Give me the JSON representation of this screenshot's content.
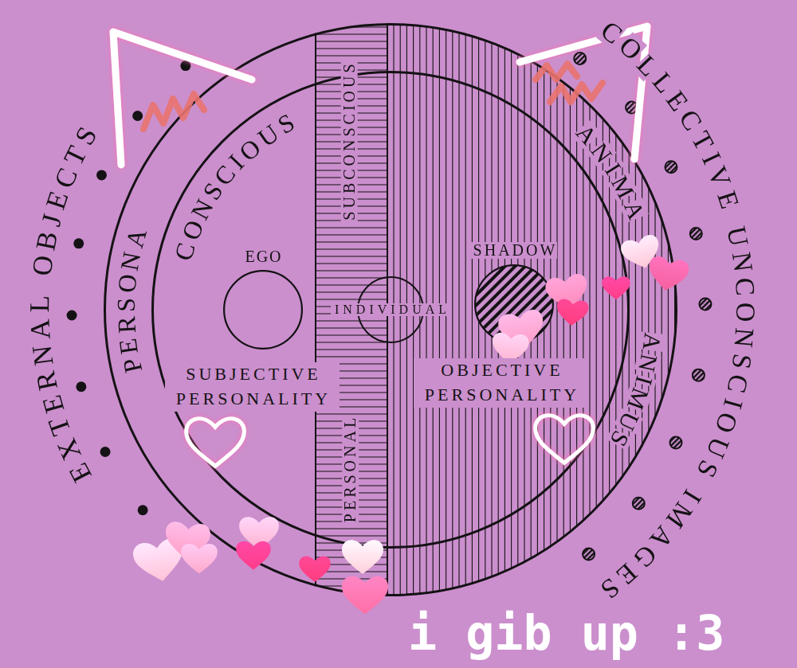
{
  "diagram": {
    "nodes": [
      {
        "text": [
          "PERSONA",
          "ANIMA",
          "ANIMUS"
        ]
      },
      {
        "text": [
          "CONSCIOUS",
          "SUBJECTIVE PERSONALITY",
          "OBJECTIVE PERSONALITY"
        ],
        "in": 0
      },
      {
        "text": [
          "SUBCONSCIOUS",
          "PERSONAL"
        ],
        "in": 0
      },
      {
        "text": [
          "EGO"
        ],
        "in": 1
      },
      {
        "text": [
          "INDIVIDUAL"
        ],
        "in": 1
      },
      {
        "text": [
          "SHADOW"
        ],
        "in": 1
      }
    ],
    "labels": [
      "EXTERNAL OBJECTS",
      "COLLECTIVE UNCONSCIOUS IMAGES",
      "i gib up :3"
    ]
  }
}
